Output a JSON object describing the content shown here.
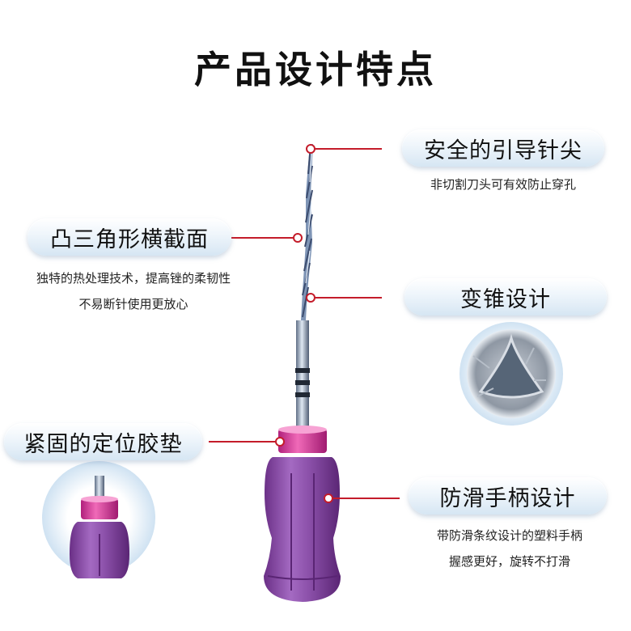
{
  "title": "产品设计特点",
  "features": {
    "tip": {
      "label": "安全的引导针尖",
      "desc": "非切割刀头可有效防止穿孔"
    },
    "cross_section": {
      "label": "凸三角形横截面",
      "desc_lines": [
        "独特的热处理技术，提高锉的柔韧性",
        "不易断针使用更放心"
      ]
    },
    "taper": {
      "label": "变锥设计"
    },
    "stopper": {
      "label": "紧固的定位胶垫"
    },
    "handle": {
      "label": "防滑手柄设计",
      "desc_lines": [
        "带防滑条纹设计的塑料手柄",
        "握感更好，旋转不打滑"
      ]
    }
  },
  "colors": {
    "leader_line": "#c41c2a",
    "handle": "#8a4fa8",
    "stopper": "#d83a9a"
  }
}
